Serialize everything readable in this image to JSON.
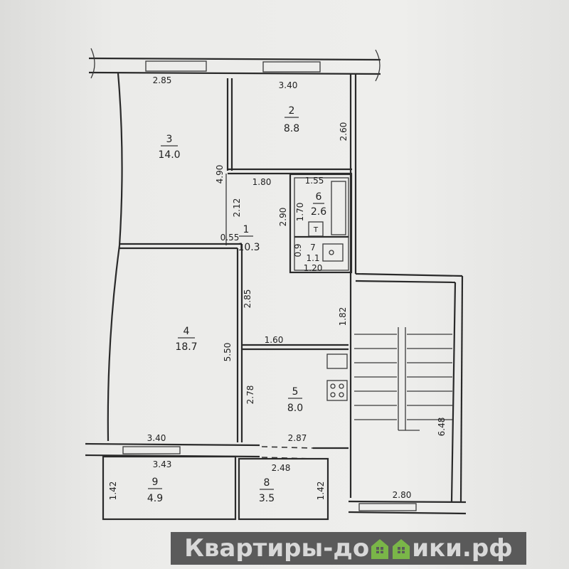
{
  "rooms": [
    {
      "num": "1",
      "area": "10.3"
    },
    {
      "num": "2",
      "area": "8.8"
    },
    {
      "num": "3",
      "area": "14.0"
    },
    {
      "num": "4",
      "area": "18.7"
    },
    {
      "num": "5",
      "area": "8.0"
    },
    {
      "num": "6",
      "area": "2.6"
    },
    {
      "num": "7",
      "area": "1.1"
    },
    {
      "num": "8",
      "area": "3.5"
    },
    {
      "num": "9",
      "area": "4.9"
    }
  ],
  "dims": {
    "top_left": "2.85",
    "top_right": "3.40",
    "room2_right": "2.60",
    "room3_right": "4.90",
    "corr_top": "1.80",
    "bath_top": "1.55",
    "corr_left": "2.12",
    "corr_mid": "2.90",
    "bath_left": "1.70",
    "wc_left": "0.9",
    "wc_bottom": "1.20",
    "door_gap": "0.55",
    "room4_right_top": "2.85",
    "hall_right": "1.82",
    "kitchen_top": "1.60",
    "room4_right": "5.50",
    "kitchen_left": "2.78",
    "room4_bottom": "3.40",
    "kitchen_bottom": "2.87",
    "balcony9_top": "3.43",
    "balcony8_top": "2.48",
    "balcony9_left": "1.42",
    "balcony8_right": "1.42",
    "stair_right": "6.48",
    "stair_bottom": "2.80"
  },
  "symbols": {
    "toilet": "т"
  },
  "watermark": {
    "left": "Квартиры-до",
    "right": "ики.рф",
    "full": "Квартиры-домики.рф",
    "house_color": "#7ab648"
  }
}
